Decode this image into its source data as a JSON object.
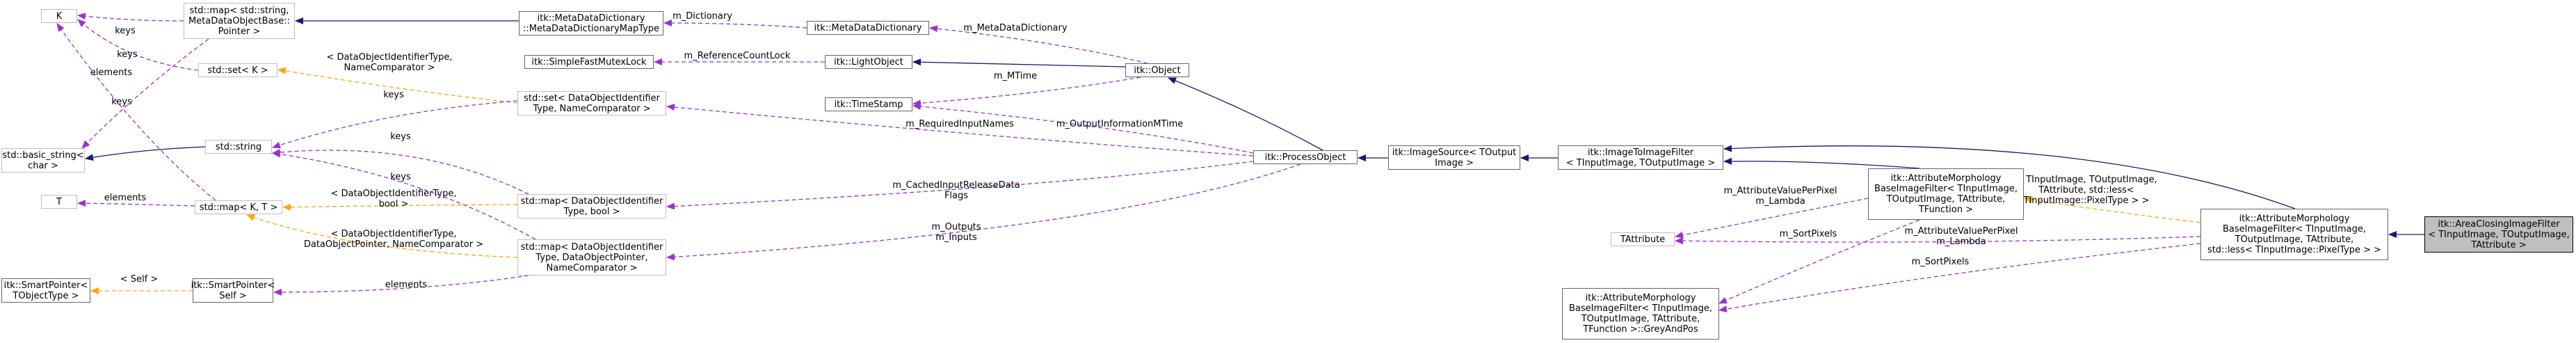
{
  "colors": {
    "inheritance": "#191970",
    "usage": "#9a32cd",
    "template": "#ffa500",
    "node_border": "#666666",
    "node_border_undocumented": "#bfbfbf",
    "focus_fill": "#bfbfbf"
  },
  "nodes": {
    "k": [
      "K"
    ],
    "t": [
      "T"
    ],
    "basic_string": [
      "std::basic_string<",
      "char >"
    ],
    "smart_ptr_tobj": [
      "itk::SmartPointer<",
      "TObjectType >"
    ],
    "map_meta": [
      "std::map< std::string,",
      "MetaDataObjectBase::",
      "Pointer >"
    ],
    "set_k": [
      "std::set< K >"
    ],
    "std_string": [
      "std::string"
    ],
    "map_kt": [
      "std::map< K, T >"
    ],
    "smart_ptr_self": [
      "itk::SmartPointer<",
      "Self >"
    ],
    "mdd_maptype": [
      "itk::MetaDataDictionary",
      "::MetaDataDictionaryMapType"
    ],
    "simple_mutex": [
      "itk::SimpleFastMutexLock"
    ],
    "set_doid": [
      "std::set< DataObjectIdentifier",
      "Type, NameComparator >"
    ],
    "map_doid_bool": [
      "std::map< DataObjectIdentifier",
      "Type, bool >"
    ],
    "map_doid_ptr": [
      "std::map< DataObjectIdentifier",
      "Type, DataObjectPointer,",
      "NameComparator >"
    ],
    "meta_dict": [
      "itk::MetaDataDictionary"
    ],
    "light_object": [
      "itk::LightObject"
    ],
    "time_stamp": [
      "itk::TimeStamp"
    ],
    "object": [
      "itk::Object"
    ],
    "process_object": [
      "itk::ProcessObject"
    ],
    "image_source": [
      "itk::ImageSource< TOutput",
      "Image >"
    ],
    "img2img": [
      "itk::ImageToImageFilter",
      "< TInputImage, TOutputImage >"
    ],
    "attr_morph_base": [
      "itk::AttributeMorphology",
      "BaseImageFilter< TInputImage,",
      "TOutputImage, TAttribute,",
      "TFunction >"
    ],
    "tattribute": [
      "TAttribute"
    ],
    "grey_and_pos": [
      "itk::AttributeMorphology",
      "BaseImageFilter< TInputImage,",
      "TOutputImage, TAttribute,",
      "TFunction >::GreyAndPos"
    ],
    "attr_morph_spec": [
      "itk::AttributeMorphology",
      "BaseImageFilter< TInputImage,",
      "TOutputImage, TAttribute,",
      "std::less< TInputImage::PixelType > >"
    ],
    "area_closing": [
      "itk::AreaClosingImageFilter",
      "< TInputImage, TOutputImage,",
      "TAttribute >"
    ]
  },
  "edge_labels": {
    "map_meta_k": [
      "keys"
    ],
    "set_k_k": [
      "keys"
    ],
    "map_kt_k": [
      "keys"
    ],
    "map_kt_t": [
      "elements"
    ],
    "map_meta_mdd": [
      "m_Dictionary"
    ],
    "mdd_metadict": [
      "m_MetaDataDictionary"
    ],
    "mutex_light": [
      "m_ReferenceCountLock"
    ],
    "mtime": [
      "m_MTime"
    ],
    "set_k_set_doid": [
      "< DataObjectIdentifierType,",
      "NameComparator >"
    ],
    "set_doid_keys": [
      "keys"
    ],
    "required": [
      "m_RequiredInputNames"
    ],
    "output_info": [
      "m_OutputInformationMTime"
    ],
    "bool_keys": [
      "keys"
    ],
    "map_kt_bool": [
      "< DataObjectIdentifierType,",
      "bool >"
    ],
    "cached": [
      "m_CachedInputReleaseData",
      "Flags"
    ],
    "ptr_keys": [
      "keys"
    ],
    "map_kt_ptr": [
      "< DataObjectIdentifierType,",
      "DataObjectPointer, NameComparator >"
    ],
    "outputs_inputs": [
      "m_Outputs",
      "m_Inputs"
    ],
    "ptr_self_elements": [
      "elements"
    ],
    "smart_self": [
      "< Self >"
    ],
    "lambda_base": [
      "m_AttributeValuePerPixel",
      "m_Lambda"
    ],
    "lambda_spec": [
      "m_AttributeValuePerPixel",
      "m_Lambda"
    ],
    "sort_base": [
      "m_SortPixels"
    ],
    "sort_spec": [
      "m_SortPixels"
    ],
    "spec_template": [
      "< TInputImage, TOutputImage,",
      "TAttribute, std::less<",
      "TInputImage::PixelType > >"
    ]
  }
}
